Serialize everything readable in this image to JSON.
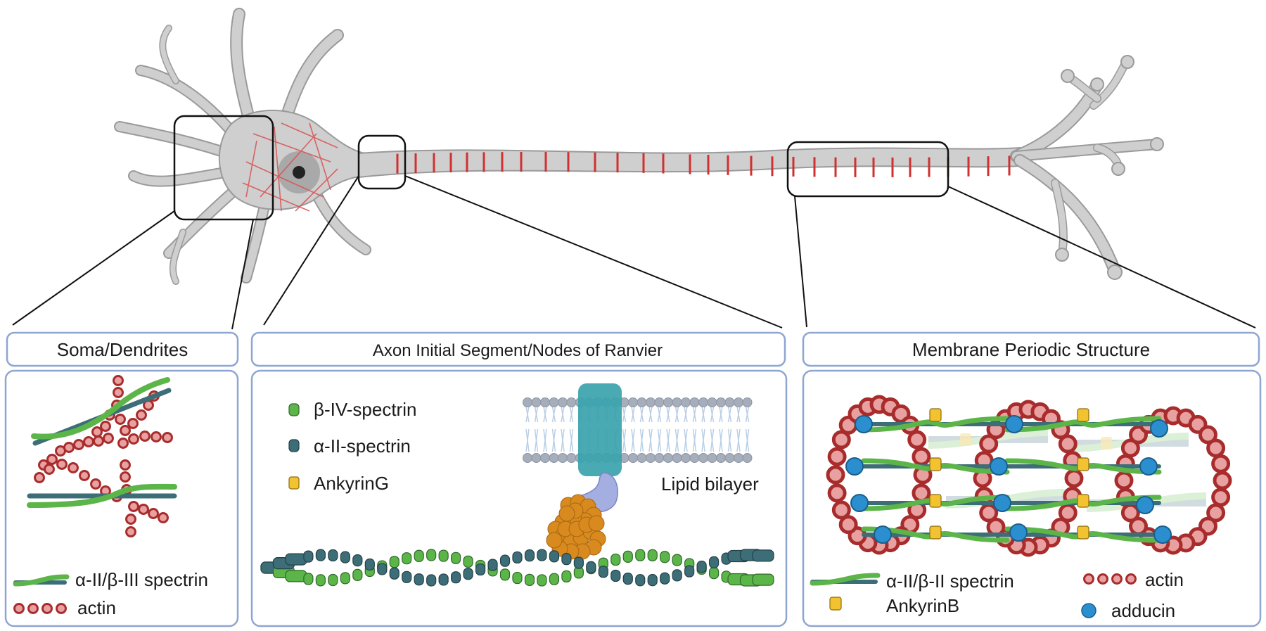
{
  "panels": {
    "soma": {
      "title": "Soma/Dendrites",
      "legend": {
        "spectrin": "α-II/β-III spectrin",
        "actin": "actin"
      }
    },
    "ais": {
      "title": "Axon Initial Segment/Nodes of  Ranvier",
      "legend": {
        "beta_iv": "β-IV-spectrin",
        "alpha_ii": "α-II-spectrin",
        "ankyrin": "AnkyrinG"
      },
      "lipid_label": "Lipid bilayer"
    },
    "mps": {
      "title": "Membrane Periodic Structure",
      "legend": {
        "spectrin": "α-II/β-II spectrin",
        "ankyrin": "AnkyrinB",
        "actin": "actin",
        "adducin": "adducin"
      }
    }
  },
  "colors": {
    "actin_fill": "#e8a0a0",
    "actin_ring": "#a82c2c",
    "spectrin_green": "#5cb548",
    "spectrin_teal": "#3d6e78",
    "ankyrin_yellow": "#f2c230",
    "adducin_blue": "#2b8fcf",
    "channel_teal": "#3aa3ad",
    "neuron_gray": "#cfcfcf",
    "panel_border": "#8ea6d2"
  }
}
